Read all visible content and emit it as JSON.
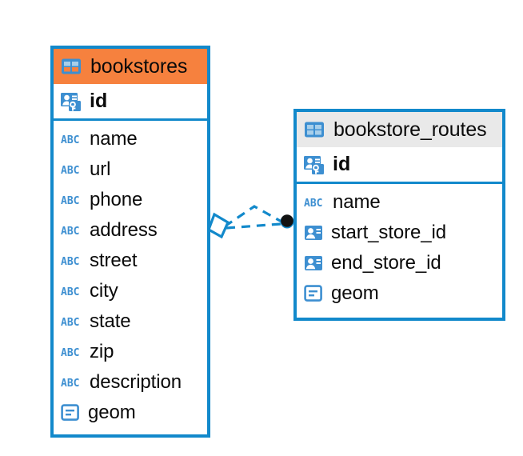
{
  "diagram": {
    "type": "entity-relationship-diagram",
    "colors": {
      "table_border": "#1289CB",
      "header_accent_primary": "#F6813E",
      "header_accent_secondary": "#E9E9E9",
      "icon_blue": "#3D8FD1",
      "relation_line": "#1289CB",
      "relation_endpoint": "#111111",
      "background": "#FFFFFF"
    },
    "tables": [
      {
        "name": "bookstores",
        "header_icon": "table-grid-icon",
        "header_accent": "#F6813E",
        "primary_key": {
          "label": "id",
          "icon": "primary-key-icon"
        },
        "fields": [
          {
            "label": "name",
            "icon": "text-type-icon",
            "icon_text": "ABC"
          },
          {
            "label": "url",
            "icon": "text-type-icon",
            "icon_text": "ABC"
          },
          {
            "label": "phone",
            "icon": "text-type-icon",
            "icon_text": "ABC"
          },
          {
            "label": "address",
            "icon": "text-type-icon",
            "icon_text": "ABC"
          },
          {
            "label": "street",
            "icon": "text-type-icon",
            "icon_text": "ABC"
          },
          {
            "label": "city",
            "icon": "text-type-icon",
            "icon_text": "ABC"
          },
          {
            "label": "state",
            "icon": "text-type-icon",
            "icon_text": "ABC"
          },
          {
            "label": "zip",
            "icon": "text-type-icon",
            "icon_text": "ABC"
          },
          {
            "label": "description",
            "icon": "text-type-icon",
            "icon_text": "ABC"
          },
          {
            "label": "geom",
            "icon": "geometry-type-icon",
            "icon_text": ""
          }
        ]
      },
      {
        "name": "bookstore_routes",
        "header_icon": "table-grid-icon",
        "header_accent": "#E9E9E9",
        "primary_key": {
          "label": "id",
          "icon": "primary-key-icon"
        },
        "fields": [
          {
            "label": "name",
            "icon": "text-type-icon",
            "icon_text": "ABC"
          },
          {
            "label": "start_store_id",
            "icon": "foreign-key-icon",
            "icon_text": ""
          },
          {
            "label": "end_store_id",
            "icon": "foreign-key-icon",
            "icon_text": ""
          },
          {
            "label": "geom",
            "icon": "geometry-type-icon",
            "icon_text": ""
          }
        ]
      }
    ],
    "relationship": {
      "from_table": "bookstores",
      "to_table": "bookstore_routes",
      "line_style": "dashed",
      "source_endpoint": "diamond-open",
      "target_endpoint": "filled-circle",
      "target_branch": "crows-foot"
    }
  }
}
